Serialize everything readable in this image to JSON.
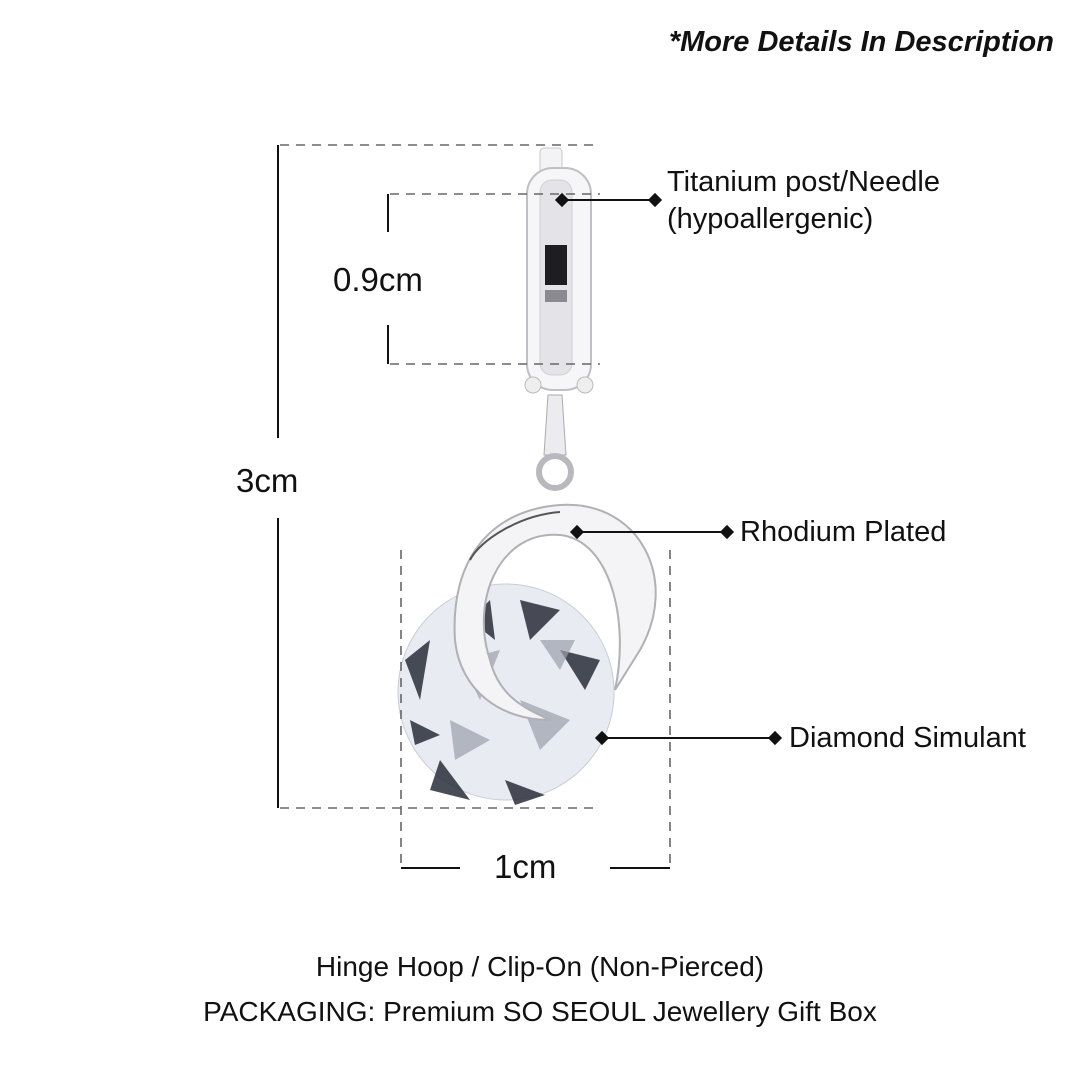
{
  "header": {
    "note": "*More Details In Description"
  },
  "dimensions": {
    "total_height": "3cm",
    "hoop_height": "0.9cm",
    "width": "1cm"
  },
  "callouts": [
    {
      "line1": "Titanium post/Needle",
      "line2": "(hypoallergenic)"
    },
    {
      "line1": "Rhodium Plated"
    },
    {
      "line1": "Diamond Simulant"
    }
  ],
  "footer": {
    "line1": "Hinge Hoop / Clip-On (Non-Pierced)",
    "line2": "PACKAGING: Premium SO SEOUL Jewellery Gift Box"
  },
  "colors": {
    "text": "#111111",
    "dash": "#666666",
    "metal": "#d9d9de",
    "gem_dark": "#2a2e3a"
  }
}
